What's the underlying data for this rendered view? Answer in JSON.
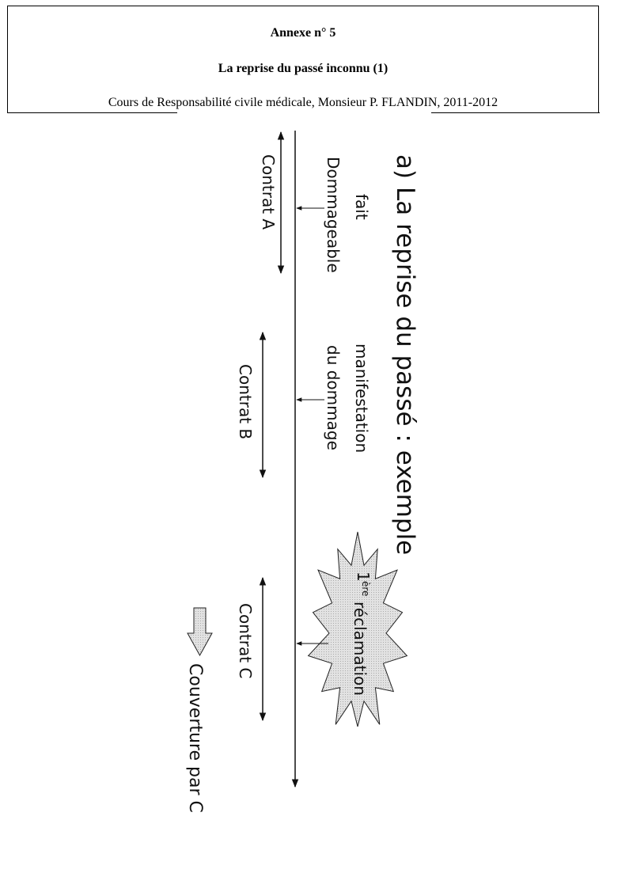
{
  "header": {
    "annex": "Annexe n° 5",
    "title": "La reprise du passé inconnu (1)",
    "course": "Cours de Responsabilité civile médicale, Monsieur P. FLANDIN, 2011-2012"
  },
  "diagram": {
    "title": "a) La reprise du passé : exemple",
    "event1_line1": "fait",
    "event1_line2": "Dommageable",
    "event2_line1": "manifestation",
    "event2_line2": "du dommage",
    "event3_sup": "ère",
    "event3_num": "1",
    "event3_text": "réclamation",
    "contract_a": "Contrat A",
    "contract_b": "Contrat B",
    "contract_c": "Contrat C",
    "coverage": "Couverture par C"
  }
}
